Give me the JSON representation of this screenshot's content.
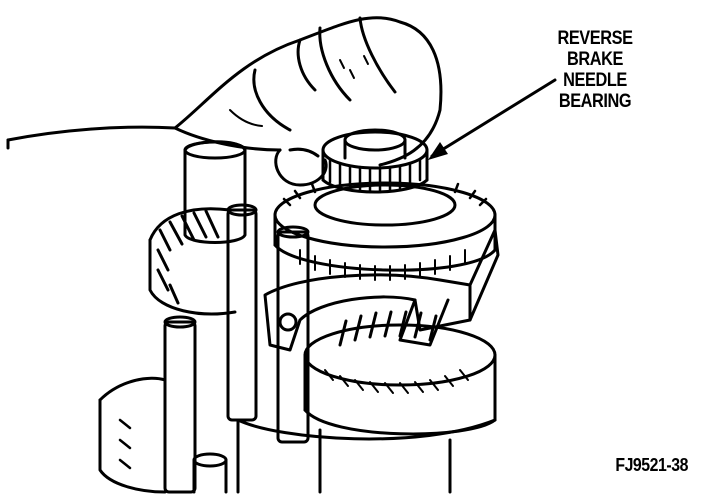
{
  "callout": {
    "line1": "REVERSE",
    "line2": "BRAKE",
    "line3": "NEEDLE",
    "line4": "BEARING"
  },
  "figure_id": "FJ9521-38",
  "colors": {
    "ink": "#000000",
    "paper": "#ffffff"
  }
}
